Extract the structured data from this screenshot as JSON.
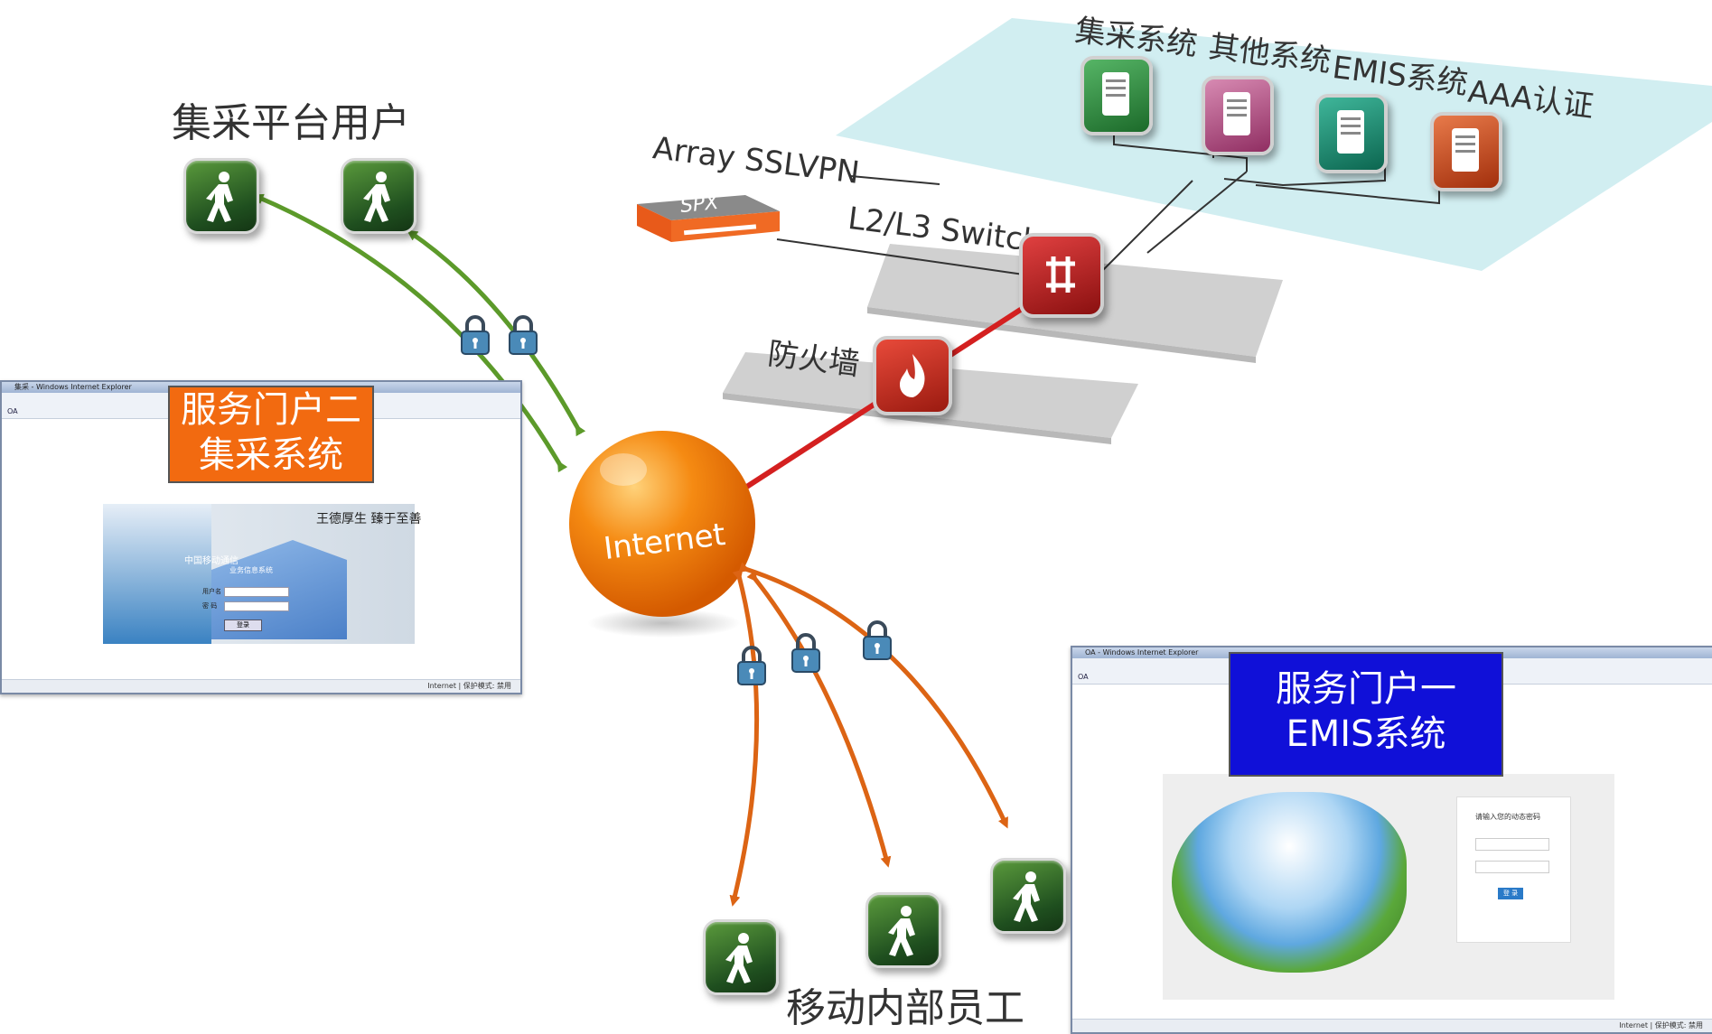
{
  "title_users_group": "集采平台用户",
  "title_employees_group": "移动内部员工",
  "nodes": {
    "sslvpn": "Array SSLVPN",
    "sslvpn_device_text": "SPX",
    "switch": "L2/L3 Switch",
    "firewall": "防火墙",
    "internet": "Internet"
  },
  "systems": [
    {
      "label": "集采系统",
      "color": "#2f8a3a"
    },
    {
      "label": "其他系统",
      "color": "#b0457d"
    },
    {
      "label": "EMIS系统",
      "color": "#1b8a6e"
    },
    {
      "label": "AAA认证",
      "color": "#c4441a"
    }
  ],
  "portal_two": {
    "line1": "服务门户二",
    "line2": "集采系统",
    "bg": "#f26a10"
  },
  "portal_one": {
    "line1": "服务门户一",
    "line2": "EMIS系统",
    "bg": "#1010d8"
  },
  "colors": {
    "green_arrow": "#5c9a2a",
    "orange_arrow": "#dc6414",
    "red_link": "#d42020",
    "platform": "#d0d0d0",
    "top_platform": "#ccecef"
  },
  "left_window": {
    "title": "集采 - Windows Internet Explorer",
    "tab": "OA",
    "slogan": "王德厚生 臻于至善",
    "brand": "中国移动通信",
    "system_name": "业务信息系统",
    "field_user": "用户名",
    "field_password": "密 码",
    "login_button": "登录",
    "status": "Internet | 保护模式: 禁用"
  },
  "right_window": {
    "title": "OA - Windows Internet Explorer",
    "tab": "OA",
    "prompt": "请输入您的动态密码",
    "login_button": "登 录",
    "status": "Internet | 保护模式: 禁用"
  }
}
